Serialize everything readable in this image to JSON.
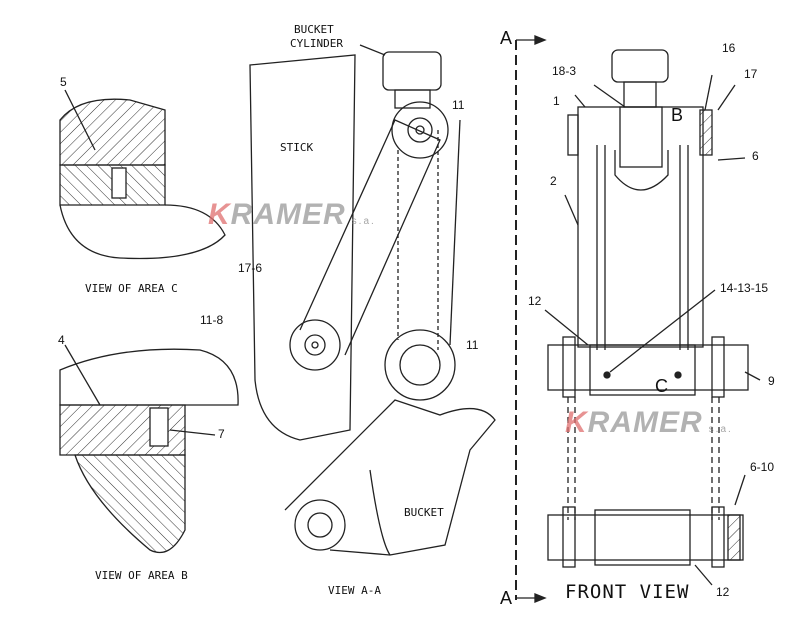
{
  "view_aa": {
    "bucket_cylinder_line1": "BUCKET",
    "bucket_cylinder_line2": "CYLINDER",
    "stick": "STICK",
    "callout_11_top": "11",
    "callout_17_6": "17-6",
    "callout_11_8": "11-8",
    "callout_11_mid": "11",
    "bucket": "BUCKET",
    "caption": "VIEW A-A"
  },
  "area_c": {
    "callout_5": "5",
    "caption": "VIEW OF AREA C"
  },
  "area_b": {
    "callout_4": "4",
    "callout_7": "7",
    "caption": "VIEW OF AREA B"
  },
  "section_marks": {
    "top": "A",
    "bottom": "A"
  },
  "front_view": {
    "callout_18_3": "18-3",
    "callout_16": "16",
    "callout_17": "17",
    "callout_1": "1",
    "detail_b": "B",
    "callout_6": "6",
    "callout_2": "2",
    "callout_12_top": "12",
    "callout_14_13_15": "14-13-15",
    "callout_9": "9",
    "detail_c": "C",
    "callout_6_10": "6-10",
    "callout_12_bottom": "12",
    "caption": "FRONT VIEW"
  },
  "watermark": {
    "k": "K",
    "rest": "RAMER",
    "suffix": "s.a."
  }
}
